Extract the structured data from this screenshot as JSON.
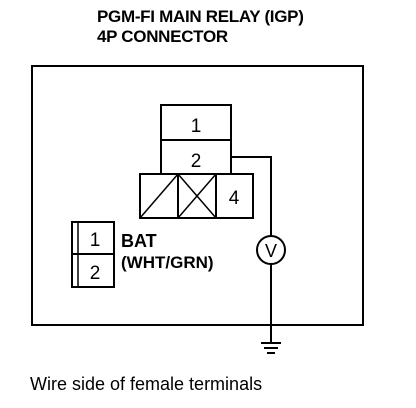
{
  "title": {
    "line1": "PGM-FI MAIN RELAY (IGP)",
    "line2": "4P CONNECTOR"
  },
  "connector": {
    "pin1": "1",
    "pin2": "2",
    "pin4": "4"
  },
  "probe": {
    "pin1": "1",
    "pin2": "2",
    "label_line1": "BAT",
    "label_line2": "(WHT/GRN)"
  },
  "meter_symbol": "V",
  "caption": "Wire side of female terminals"
}
